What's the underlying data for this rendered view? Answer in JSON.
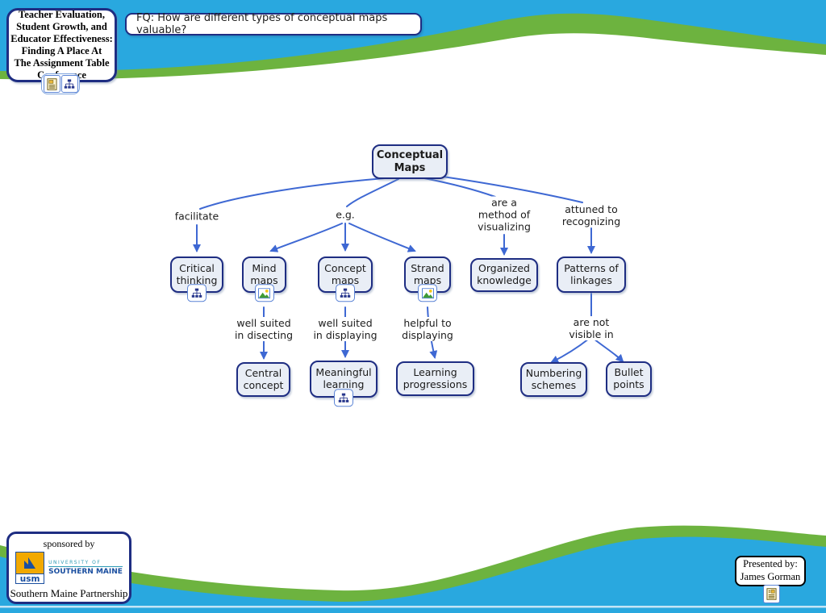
{
  "colors": {
    "sky_blue": "#29a8df",
    "wave_green": "#6db33f",
    "node_fill": "#e9eef6",
    "node_border": "#1e2d82",
    "connector_blue": "#3e68d3",
    "usm_gold": "#f2a900",
    "usm_navy": "#1b4fa0"
  },
  "header": {
    "title": "Teacher Evaluation,\nStudent Growth, and\nEducator Effectiveness:\nFinding A Place At\nThe Assignment Table\nConference",
    "title_icons": [
      "document-icon",
      "sitemap-icon"
    ],
    "focus_question": "FQ: How are different types of conceptual maps valuable?"
  },
  "map": {
    "nodes": [
      {
        "id": "conceptual-maps",
        "label": "Conceptual\nMaps",
        "icon": null
      },
      {
        "id": "critical-thinking",
        "label": "Critical\nthinking",
        "icon": "sitemap-icon"
      },
      {
        "id": "mind-maps",
        "label": "Mind\nmaps",
        "icon": "image-icon"
      },
      {
        "id": "concept-maps",
        "label": "Concept\nmaps",
        "icon": "sitemap-icon"
      },
      {
        "id": "strand-maps",
        "label": "Strand\nmaps",
        "icon": "image-icon"
      },
      {
        "id": "organized-knowledge",
        "label": "Organized\nknowledge",
        "icon": null
      },
      {
        "id": "patterns-of-linkages",
        "label": "Patterns of\nlinkages",
        "icon": null
      },
      {
        "id": "central-concept",
        "label": "Central\nconcept",
        "icon": null
      },
      {
        "id": "meaningful-learning",
        "label": "Meaningful\nlearning",
        "icon": "sitemap-icon"
      },
      {
        "id": "learning-progressions",
        "label": "Learning\nprogressions",
        "icon": null
      },
      {
        "id": "numbering-schemes",
        "label": "Numbering\nschemes",
        "icon": null
      },
      {
        "id": "bullet-points",
        "label": "Bullet\npoints",
        "icon": null
      }
    ],
    "link_labels": [
      {
        "id": "facilitate",
        "label": "facilitate"
      },
      {
        "id": "eg",
        "label": "e.g."
      },
      {
        "id": "method-visualizing",
        "label": "are a\nmethod of\nvisualizing"
      },
      {
        "id": "attuned-recognizing",
        "label": "attuned to\nrecognizing"
      },
      {
        "id": "suited-disecting",
        "label": "well suited\nin disecting"
      },
      {
        "id": "suited-displaying",
        "label": "well suited\nin displaying"
      },
      {
        "id": "helpful-displaying",
        "label": "helpful to\ndisplaying"
      },
      {
        "id": "not-visible",
        "label": "are not\nvisible in"
      }
    ]
  },
  "footer": {
    "sponsored_by": "sponsored by",
    "partnership": "Southern Maine Partnership",
    "usm_logo": {
      "acronym": "usm",
      "university_of": "UNIVERSITY OF",
      "southern_maine": "SOUTHERN MAINE"
    },
    "presented_by": "Presented by:\nJames Gorman"
  }
}
